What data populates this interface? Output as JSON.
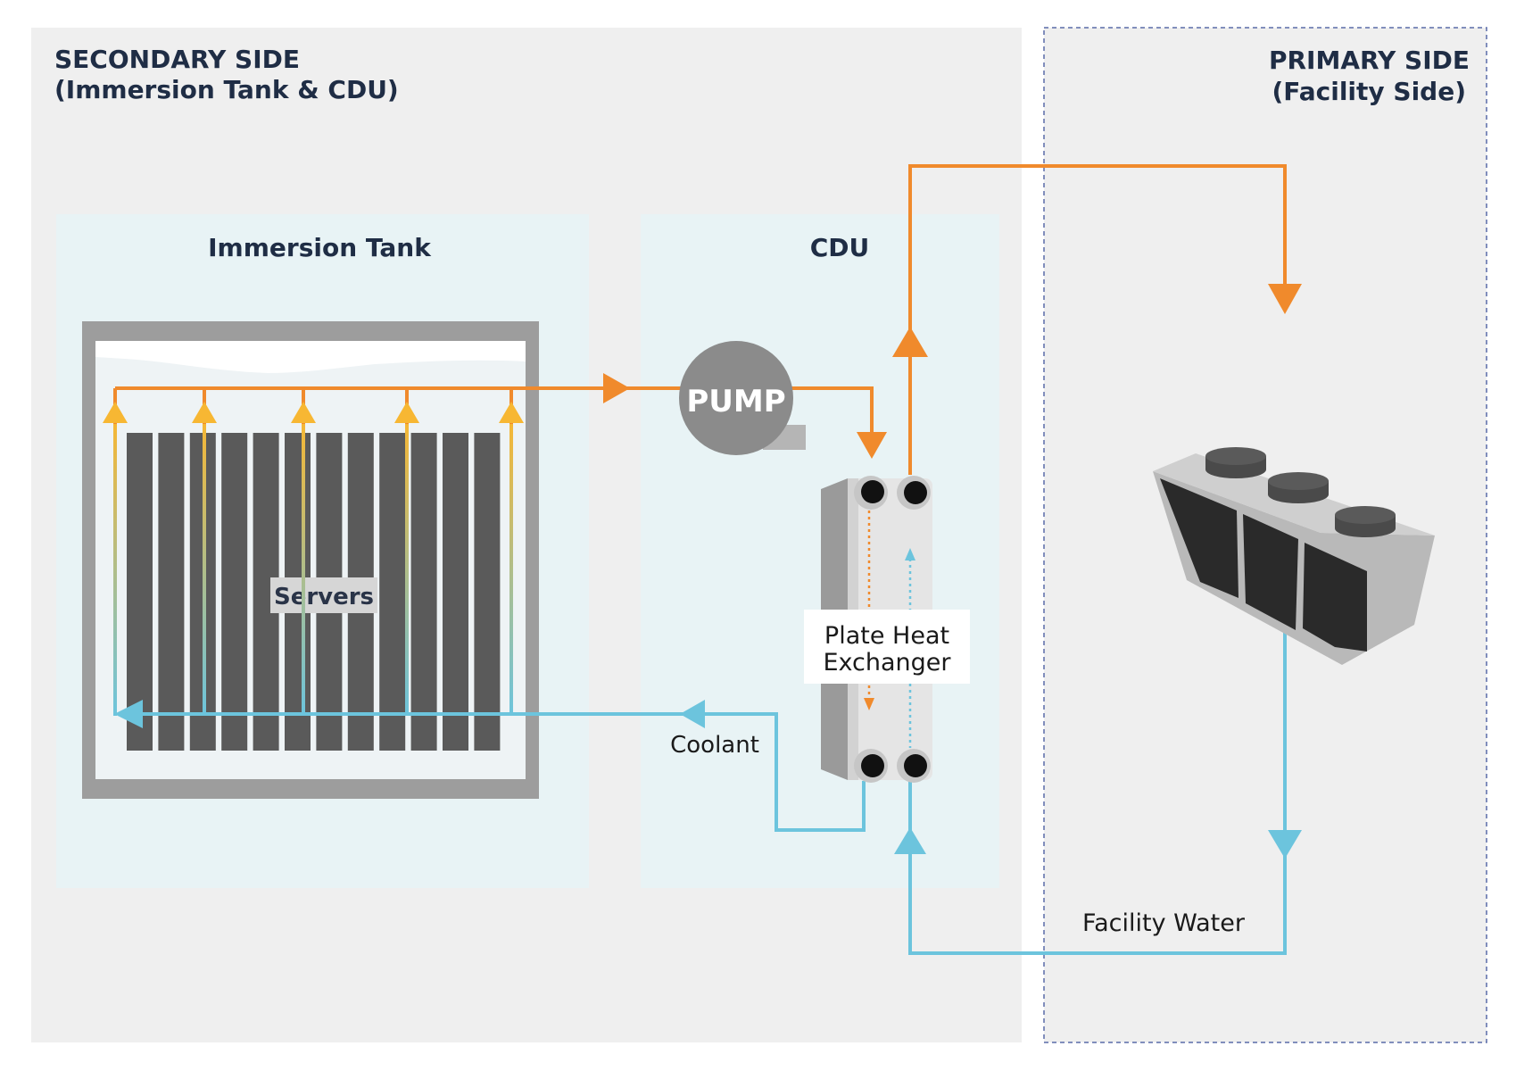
{
  "secondary_side": {
    "title_line1": "SECONDARY SIDE",
    "title_line2": "(Immersion Tank & CDU)"
  },
  "primary_side": {
    "title_line1": "PRIMARY SIDE",
    "title_line2": "(Facility Side)"
  },
  "immersion_tank": {
    "title": "Immersion Tank",
    "servers_label": "Servers"
  },
  "cdu": {
    "title": "CDU",
    "pump_label": "PUMP",
    "heat_exchanger_line1": "Plate Heat",
    "heat_exchanger_line2": "Exchanger"
  },
  "flows": {
    "coolant_label": "Coolant",
    "facility_water_label": "Facility Water"
  },
  "colors": {
    "hot_line": "#f08a2c",
    "cold_line": "#6cc4dd",
    "riser_arrow": "#f7b733",
    "secondary_bg": "#efefef",
    "zone_bg": "#e8f3f5",
    "primary_border": "#5a6ba8",
    "heading_text": "#1f2d45"
  },
  "icons": {
    "pump": "pump-icon",
    "heat_exchanger": "plate-heat-exchanger-icon",
    "cooling_unit": "dry-cooler-icon"
  }
}
